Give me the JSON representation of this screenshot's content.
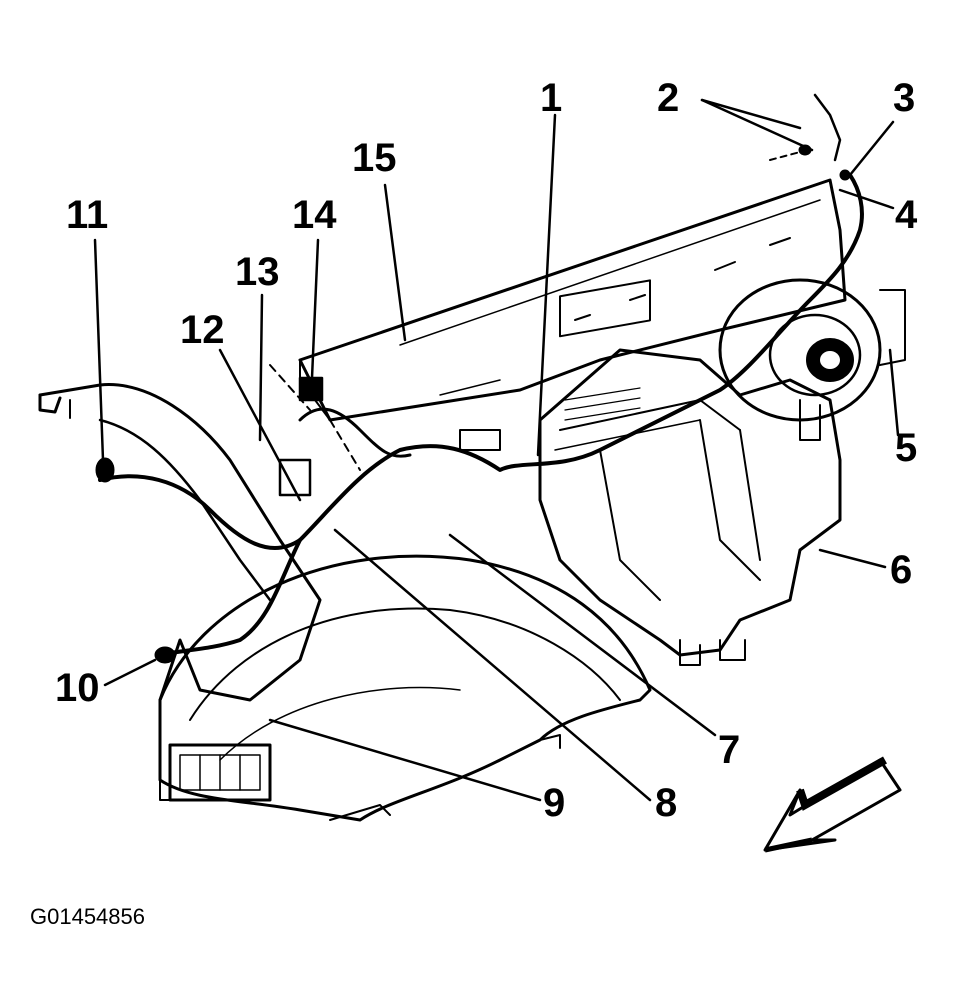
{
  "diagram": {
    "callouts": [
      {
        "id": "1",
        "label": "1"
      },
      {
        "id": "2",
        "label": "2"
      },
      {
        "id": "3",
        "label": "3"
      },
      {
        "id": "4",
        "label": "4"
      },
      {
        "id": "5",
        "label": "5"
      },
      {
        "id": "6",
        "label": "6"
      },
      {
        "id": "7",
        "label": "7"
      },
      {
        "id": "8",
        "label": "8"
      },
      {
        "id": "9",
        "label": "9"
      },
      {
        "id": "10",
        "label": "10"
      },
      {
        "id": "11",
        "label": "11"
      },
      {
        "id": "12",
        "label": "12"
      },
      {
        "id": "13",
        "label": "13"
      },
      {
        "id": "14",
        "label": "14"
      },
      {
        "id": "15",
        "label": "15"
      }
    ],
    "figure_id": "G01454856",
    "direction_arrow_icon": "front-direction-arrow-icon"
  }
}
